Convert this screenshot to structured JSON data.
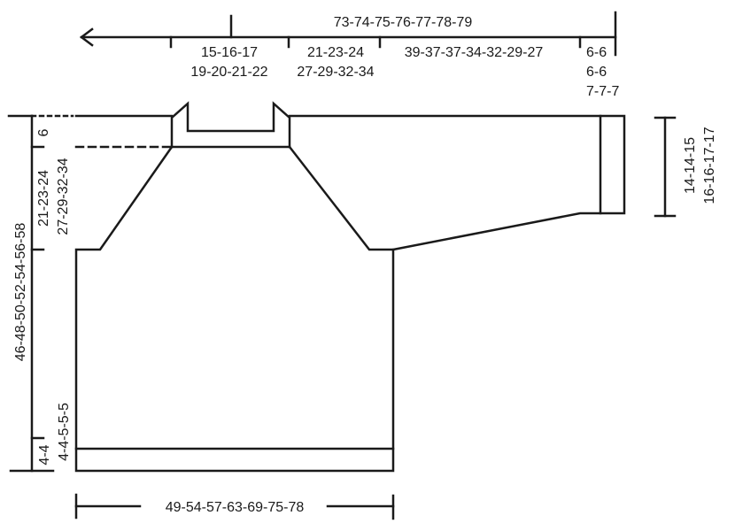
{
  "diagram": {
    "type": "knitting-schematic",
    "top_measure": {
      "total_width": "73-74-75-76-77-78-79",
      "neck_half": [
        "15-16-17",
        "19-20-21-22"
      ],
      "raglan_top": [
        "21-23-24",
        "27-29-32-34"
      ],
      "sleeve_length": "39-37-37-34-32-29-27",
      "cuff": [
        "6-6",
        "6-6",
        "7-7-7"
      ]
    },
    "left_measure": {
      "total_length": "46-48-50-52-54-56-58",
      "neck_depth": "6",
      "raglan_depth": [
        "21-23-24",
        "27-29-32-34"
      ],
      "rib_body": "4-4",
      "rib_body_alt": "4-4-5-5-5"
    },
    "sleeve_measure": {
      "sleeve_top_width": [
        "14-14-15",
        "16-16-17-17"
      ]
    },
    "bottom_measure": {
      "body_width": "49-54-57-63-69-75-78"
    },
    "colors": {
      "line": "#1a1a1a",
      "background": "#ffffff"
    }
  }
}
